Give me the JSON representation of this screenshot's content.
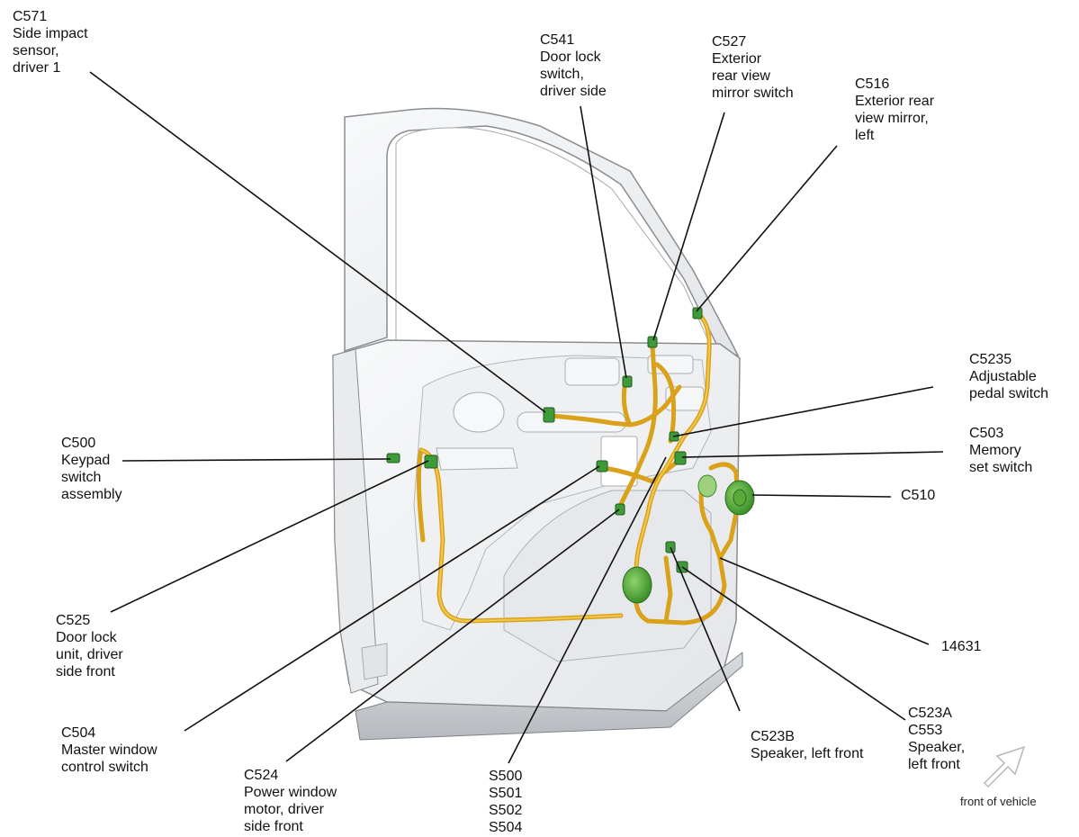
{
  "labels": {
    "c571": [
      "C571",
      "Side impact",
      "sensor,",
      "driver 1"
    ],
    "c541": [
      "C541",
      "Door lock",
      "switch,",
      "driver side"
    ],
    "c527": [
      "C527",
      "Exterior",
      "rear view",
      "mirror switch"
    ],
    "c516": [
      "C516",
      "Exterior rear",
      "view mirror,",
      "left"
    ],
    "c5235": [
      "C5235",
      "Adjustable",
      "pedal switch"
    ],
    "c503": [
      "C503",
      "Memory",
      "set switch"
    ],
    "c510": [
      "C510"
    ],
    "c500": [
      "C500",
      "Keypad",
      "switch",
      "assembly"
    ],
    "c525": [
      "C525",
      "Door lock",
      "unit, driver",
      "side front"
    ],
    "c504": [
      "C504",
      "Master window",
      "control switch"
    ],
    "c524": [
      "C524",
      "Power window",
      "motor, driver",
      "side front"
    ],
    "s500": [
      "S500",
      "S501",
      "S502",
      "S504"
    ],
    "c523b": [
      "C523B",
      "Speaker, left front"
    ],
    "c523a": [
      "C523A",
      "C553",
      "Speaker,",
      "left front"
    ],
    "n14631": [
      "14631"
    ]
  },
  "direction": {
    "text": "front of vehicle",
    "icon": "arrow-up-right-icon"
  },
  "colors": {
    "harness": "#d9a21a",
    "connector": "#3f9a3a",
    "door_panel": "#f2f3f4",
    "door_outline": "#8a8d90",
    "leader": "#111111"
  }
}
